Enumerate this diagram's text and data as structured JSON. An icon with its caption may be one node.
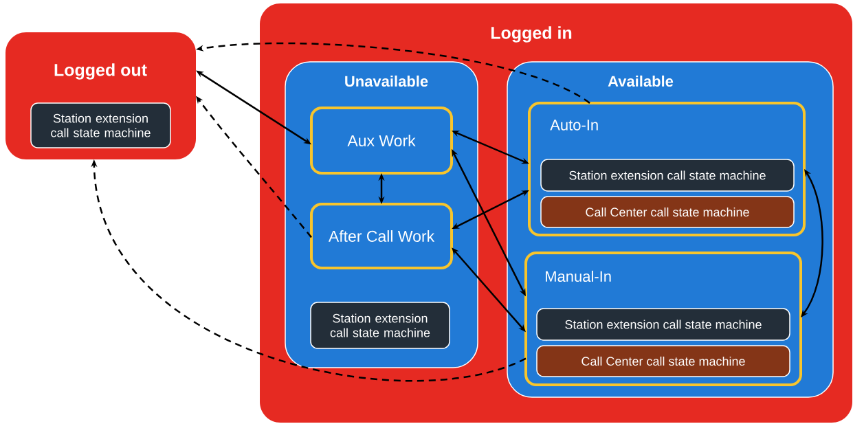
{
  "diagram": {
    "nodes": [
      {
        "text": [
          "Logged out"
        ]
      },
      {
        "text": [
          "Station extension call state machine"
        ],
        "in": 0
      },
      {
        "text": [
          "Logged in"
        ]
      },
      {
        "text": [
          "Unavailable"
        ],
        "in": 2
      },
      {
        "text": [
          "Aux Work"
        ],
        "in": 3
      },
      {
        "text": [
          "After Call Work"
        ],
        "in": 3
      },
      {
        "text": [
          "Station extension call state machine"
        ],
        "in": 3
      },
      {
        "text": [
          "Available"
        ],
        "in": 2
      },
      {
        "text": [
          "Auto-In"
        ],
        "in": 7
      },
      {
        "text": [
          "Station extension call state machine"
        ],
        "in": 8
      },
      {
        "text": [
          "Call Center call state machine"
        ],
        "in": 8
      },
      {
        "text": [
          "Manual-In"
        ],
        "in": 7
      },
      {
        "text": [
          "Station extension call state machine"
        ],
        "in": 11
      },
      {
        "text": [
          "Call Center call state machine"
        ],
        "in": 11
      }
    ],
    "edges": [
      {
        "from": 8,
        "to": 0,
        "arrow": "to",
        "style": "dashed"
      },
      {
        "from": 0,
        "to": 4,
        "arrow": "both"
      },
      {
        "from": 5,
        "to": 0,
        "arrow": "to",
        "style": "dashed"
      },
      {
        "from": 11,
        "to": 0,
        "arrow": "to",
        "style": "dashed"
      },
      {
        "from": 4,
        "to": 5,
        "arrow": "both"
      },
      {
        "from": 4,
        "to": 8,
        "arrow": "both"
      },
      {
        "from": 4,
        "to": 11,
        "arrow": "both"
      },
      {
        "from": 5,
        "to": 8,
        "arrow": "both"
      },
      {
        "from": 5,
        "to": 11,
        "arrow": "both"
      },
      {
        "from": 8,
        "to": 11,
        "arrow": "both"
      }
    ]
  }
}
